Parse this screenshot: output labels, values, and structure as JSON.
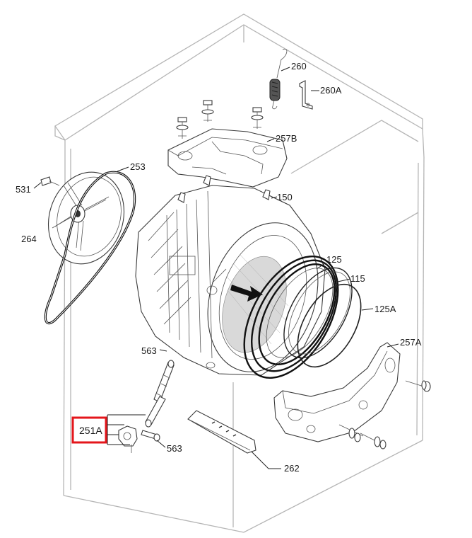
{
  "diagram": {
    "parts": [
      {
        "id": "p260",
        "label": "260",
        "name": "spring"
      },
      {
        "id": "p260a",
        "label": "260A",
        "name": "spring-bracket"
      },
      {
        "id": "p257b",
        "label": "257B",
        "name": "top-counterweight"
      },
      {
        "id": "p253",
        "label": "253",
        "name": "drive-belt"
      },
      {
        "id": "p531",
        "label": "531",
        "name": "pulley-screw"
      },
      {
        "id": "p150",
        "label": "150",
        "name": "tub-spring-hook"
      },
      {
        "id": "p264",
        "label": "264",
        "name": "drum-pulley"
      },
      {
        "id": "p125",
        "label": "125",
        "name": "door-gasket"
      },
      {
        "id": "p115",
        "label": "115",
        "name": "gasket-clamp-ring"
      },
      {
        "id": "p125a",
        "label": "125A",
        "name": "outer-clamp-ring"
      },
      {
        "id": "p257a",
        "label": "257A",
        "name": "front-counterweight"
      },
      {
        "id": "p563a",
        "label": "563",
        "name": "damper-pin-top"
      },
      {
        "id": "p251a",
        "label": "251A",
        "name": "damper-assembly",
        "highlighted": true
      },
      {
        "id": "p563b",
        "label": "563",
        "name": "damper-pin-bottom"
      },
      {
        "id": "p262",
        "label": "262",
        "name": "drum-paddle"
      }
    ],
    "highlight_color": "#e4161b"
  }
}
